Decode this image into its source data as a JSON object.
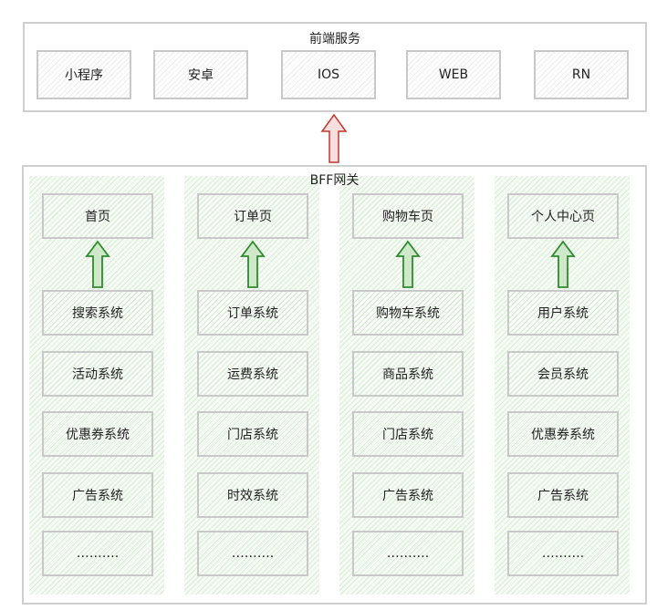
{
  "frontend": {
    "title": "前端服务",
    "clients": [
      "小程序",
      "安卓",
      "IOS",
      "WEB",
      "RN"
    ]
  },
  "bff": {
    "title": "BFF网关",
    "columns": [
      {
        "page": "首页",
        "systems": [
          "搜索系统",
          "活动系统",
          "优惠券系统",
          "广告系统",
          "………."
        ]
      },
      {
        "page": "订单页",
        "systems": [
          "订单系统",
          "运费系统",
          "门店系统",
          "时效系统",
          "………."
        ]
      },
      {
        "page": "购物车页",
        "systems": [
          "购物车系统",
          "商品系统",
          "门店系统",
          "广告系统",
          "………."
        ]
      },
      {
        "page": "个人中心页",
        "systems": [
          "用户系统",
          "会员系统",
          "优惠券系统",
          "广告系统",
          "………."
        ]
      }
    ]
  },
  "colors": {
    "red_arrow": "#c0392b",
    "green_arrow": "#2e8b2e",
    "column_fill": "#d8ecd4"
  }
}
